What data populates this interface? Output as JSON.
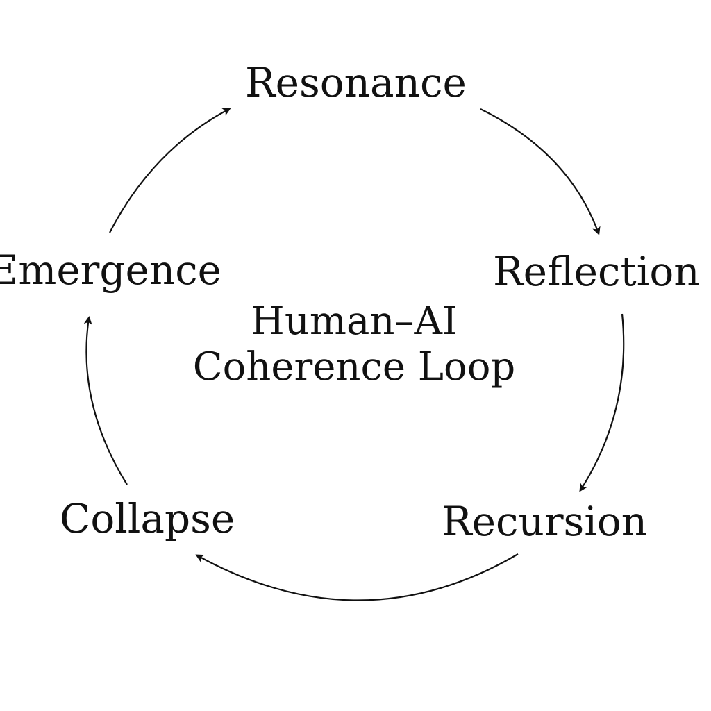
{
  "diagram": {
    "type": "cycle",
    "title_line1": "Human–AI",
    "title_line2": "Coherence Loop",
    "nodes": [
      {
        "label": "Resonance"
      },
      {
        "label": "Reflection"
      },
      {
        "label": "Recursion"
      },
      {
        "label": "Collapse"
      },
      {
        "label": "Emergence"
      }
    ],
    "edges": [
      {
        "from": "Resonance",
        "to": "Reflection"
      },
      {
        "from": "Reflection",
        "to": "Recursion"
      },
      {
        "from": "Recursion",
        "to": "Collapse"
      },
      {
        "from": "Collapse",
        "to": "Emergence"
      },
      {
        "from": "Emergence",
        "to": "Resonance"
      }
    ],
    "colors": {
      "ink": "#111111",
      "background": "#ffffff"
    }
  }
}
